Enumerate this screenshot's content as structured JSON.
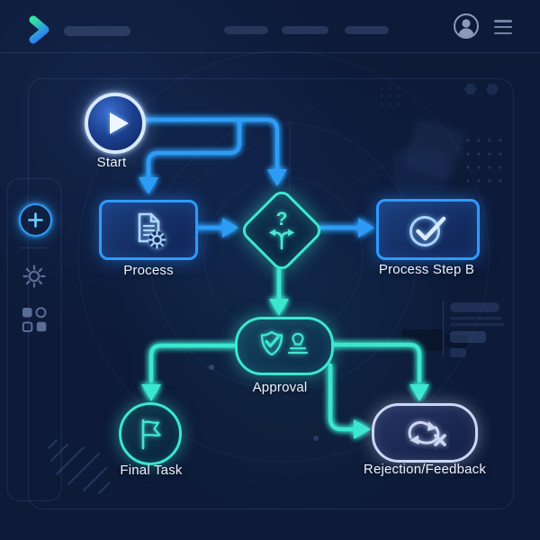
{
  "app": {
    "background_color": "#0d1a38",
    "accent_blue": "#2f9cf5",
    "accent_cyan": "#3ce8cf",
    "accent_soft_white": "#ccd7f4",
    "label_color": "#edf2ff"
  },
  "header": {
    "logo_icon": "chevron-arrow-logo",
    "avatar_icon": "user-avatar-icon",
    "menu_icon": "hamburger-menu-icon",
    "placeholder_bars": 4
  },
  "sidebar": {
    "items": [
      {
        "id": "add",
        "icon": "add-circle-icon",
        "active": true
      },
      {
        "id": "settings",
        "icon": "settings-gear-icon",
        "active": false
      },
      {
        "id": "apps",
        "icon": "apps-grid-icon",
        "active": false
      }
    ]
  },
  "flowchart": {
    "decision_glyph": "?",
    "nodes": [
      {
        "id": "start",
        "label": "Start",
        "shape": "circle",
        "icon": "play-icon",
        "accent": "#2f9cf5"
      },
      {
        "id": "process",
        "label": "Process",
        "shape": "rounded-rect",
        "icon": "document-gear-icon",
        "accent": "#2f9cf5"
      },
      {
        "id": "decision",
        "label": "",
        "shape": "diamond",
        "icon": "question-fork-icon",
        "accent": "#3ce8cf"
      },
      {
        "id": "process_step_b",
        "label": "Process Step B",
        "shape": "rounded-rect",
        "icon": "check-circle-icon",
        "accent": "#2f9cf5"
      },
      {
        "id": "approval",
        "label": "Approval",
        "shape": "pill",
        "icon": "shield-check-stamp-icon",
        "accent": "#3ae8cf"
      },
      {
        "id": "final_task",
        "label": "Final Task",
        "shape": "circle",
        "icon": "flag-icon",
        "accent": "#3ae8cf"
      },
      {
        "id": "rejection_feedback",
        "label": "Rejection/Feedback",
        "shape": "pill",
        "icon": "loop-cross-icon",
        "accent": "#ccd7f4"
      }
    ],
    "edges": [
      {
        "from": "start",
        "to": "process",
        "color": "blue"
      },
      {
        "from": "start",
        "to": "decision",
        "color": "blue"
      },
      {
        "from": "process",
        "to": "decision",
        "color": "blue"
      },
      {
        "from": "decision",
        "to": "process_step_b",
        "color": "blue"
      },
      {
        "from": "decision",
        "to": "approval",
        "color": "cyan"
      },
      {
        "from": "approval",
        "to": "final_task",
        "color": "cyan"
      },
      {
        "from": "approval",
        "to": "rejection_feedback",
        "color": "cyan",
        "enters": "top"
      },
      {
        "from": "approval",
        "to": "rejection_feedback",
        "color": "cyan",
        "enters": "left"
      }
    ]
  }
}
